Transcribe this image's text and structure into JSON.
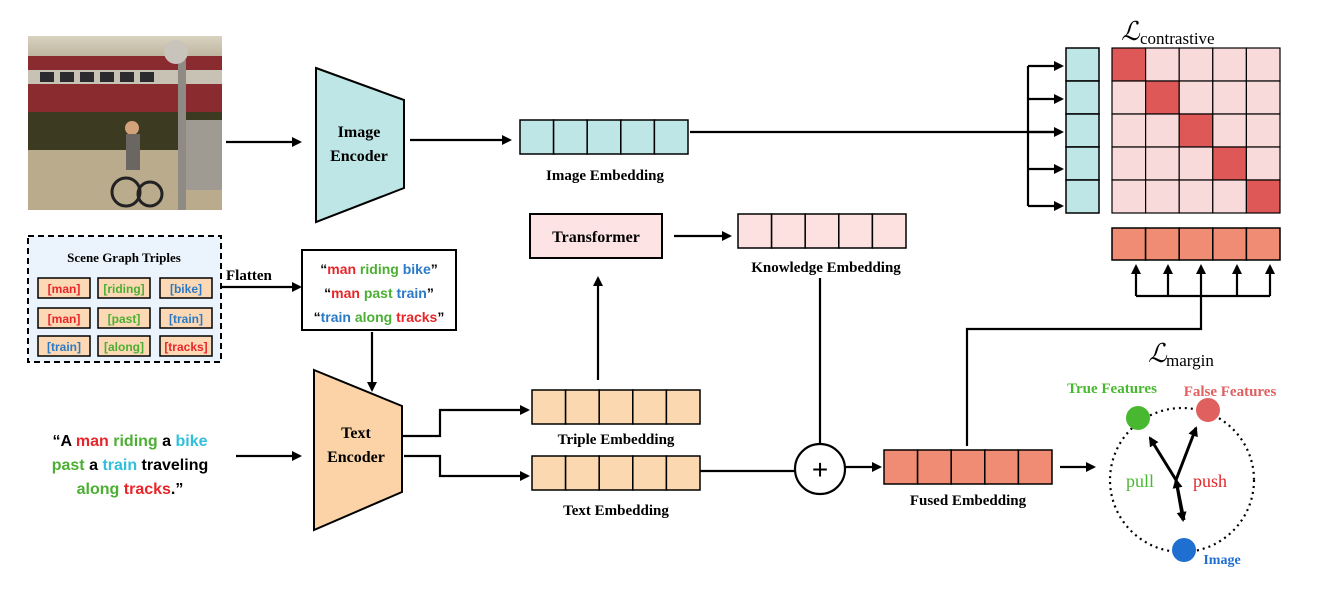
{
  "colors": {
    "image_enc": "#bfe6e6",
    "text_enc": "#fbd3a6",
    "transformer": "#fde3e3",
    "knowledge": "#fde0e0",
    "triple": "#fbd8b0",
    "fused": "#f08c73",
    "matrix_light": "#f9dada",
    "matrix_diag": "#df5858",
    "red": "#e8262a",
    "green": "#4caf33",
    "blue": "#2a7ac8",
    "cyan": "#31c0db",
    "true_feat": "#48b830",
    "false_feat": "#e06060",
    "image_node": "#1f6fd1"
  },
  "labels": {
    "image_encoder_line1": "Image",
    "image_encoder_line2": "Encoder",
    "text_encoder_line1": "Text",
    "text_encoder_line2": "Encoder",
    "transformer": "Transformer",
    "image_embedding": "Image Embedding",
    "knowledge_embedding": "Knowledge Embedding",
    "triple_embedding": "Triple Embedding",
    "text_embedding": "Text Embedding",
    "fused_embedding": "Fused Embedding",
    "flatten": "Flatten",
    "scene_graph_title": "Scene Graph Triples",
    "plus": "+",
    "loss_contrastive_main": "ℒ",
    "loss_contrastive_sub": "contrastive",
    "loss_margin_main": "ℒ",
    "loss_margin_sub": "margin",
    "true_features": "True Features",
    "false_features": "False Features",
    "pull": "pull",
    "push": "push",
    "image_node": "Image"
  },
  "scene_graph": [
    [
      {
        "text": "[man]",
        "color": "red"
      },
      {
        "text": "[riding]",
        "color": "green"
      },
      {
        "text": "[bike]",
        "color": "blue"
      }
    ],
    [
      {
        "text": "[man]",
        "color": "red"
      },
      {
        "text": "[past]",
        "color": "green"
      },
      {
        "text": "[train]",
        "color": "blue"
      }
    ],
    [
      {
        "text": "[train]",
        "color": "blue"
      },
      {
        "text": "[along]",
        "color": "green"
      },
      {
        "text": "[tracks]",
        "color": "red"
      }
    ]
  ],
  "flattened_lines": [
    [
      {
        "text": "“",
        "color": "black"
      },
      {
        "text": "man",
        "color": "red"
      },
      {
        "text": " riding",
        "color": "green"
      },
      {
        "text": " bike",
        "color": "blue"
      },
      {
        "text": "”",
        "color": "black"
      }
    ],
    [
      {
        "text": "“",
        "color": "black"
      },
      {
        "text": "man",
        "color": "red"
      },
      {
        "text": " past",
        "color": "green"
      },
      {
        "text": " train",
        "color": "blue"
      },
      {
        "text": "”",
        "color": "black"
      }
    ],
    [
      {
        "text": "“",
        "color": "black"
      },
      {
        "text": "train",
        "color": "blue"
      },
      {
        "text": " along",
        "color": "green"
      },
      {
        "text": " tracks",
        "color": "red"
      },
      {
        "text": "”",
        "color": "black"
      }
    ]
  ],
  "caption_lines": [
    [
      {
        "text": "“A ",
        "color": "black"
      },
      {
        "text": "man",
        "color": "red"
      },
      {
        "text": " riding",
        "color": "green"
      },
      {
        "text": " a ",
        "color": "black"
      },
      {
        "text": "bike",
        "color": "cyan"
      }
    ],
    [
      {
        "text": "past",
        "color": "green"
      },
      {
        "text": " a  ",
        "color": "black"
      },
      {
        "text": "train",
        "color": "cyan"
      },
      {
        "text": " traveling",
        "color": "black"
      }
    ],
    [
      {
        "text": "along",
        "color": "green"
      },
      {
        "text": " tracks",
        "color": "red"
      },
      {
        "text": ".”",
        "color": "black"
      }
    ]
  ]
}
